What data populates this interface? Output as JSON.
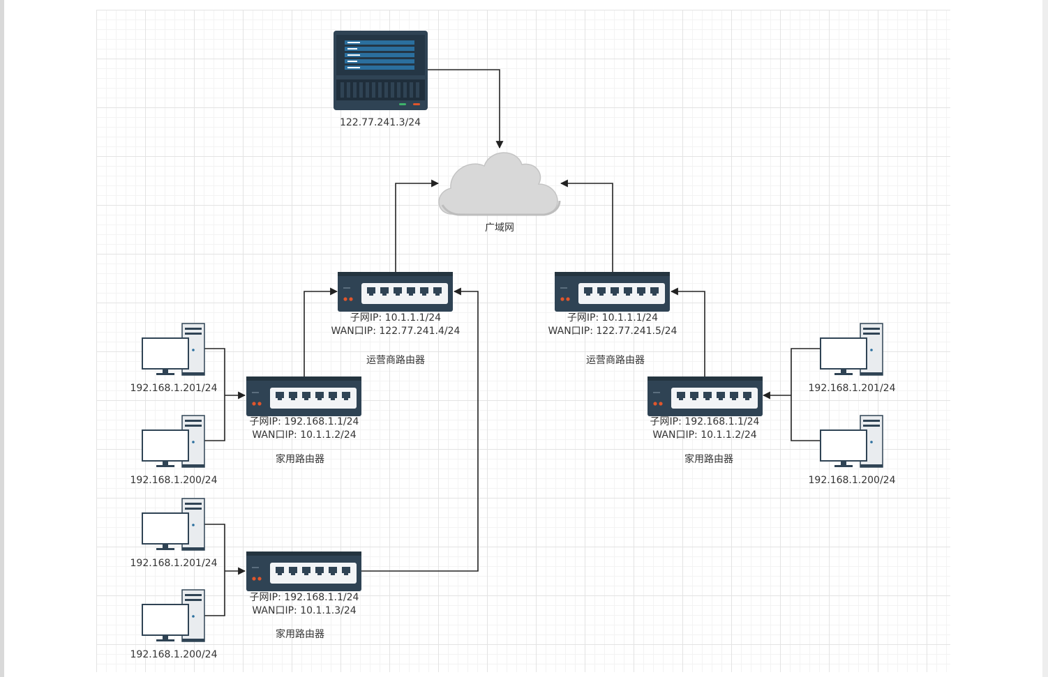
{
  "diagram": {
    "server": {
      "ip": "122.77.241.3/24"
    },
    "cloud": {
      "label": "广域网"
    },
    "isp_left": {
      "subnet": "子网IP:   10.1.1.1/24",
      "wan": "WAN口IP:  122.77.241.4/24",
      "name": "运营商路由器"
    },
    "isp_right": {
      "subnet": "子网IP:   10.1.1.1/24",
      "wan": "WAN口IP:  122.77.241.5/24",
      "name": "运营商路由器"
    },
    "home_left_top": {
      "subnet": "子网IP:   192.168.1.1/24",
      "wan": "WAN口IP:  10.1.1.2/24",
      "name": "家用路由器"
    },
    "home_left_bottom": {
      "subnet": "子网IP:   192.168.1.1/24",
      "wan": "WAN口IP:  10.1.1.3/24",
      "name": "家用路由器"
    },
    "home_right": {
      "subnet": "子网IP:   192.168.1.1/24",
      "wan": "WAN口IP:  10.1.1.2/24",
      "name": "家用路由器"
    },
    "pcs": {
      "lt1": "192.168.1.201/24",
      "lt2": "192.168.1.200/24",
      "lb1": "192.168.1.201/24",
      "lb2": "192.168.1.200/24",
      "r1": "192.168.1.201/24",
      "r2": "192.168.1.200/24"
    }
  },
  "colors": {
    "device": "#2f4354",
    "device_dark": "#1f2e3b",
    "port_panel": "#f2f4f6",
    "led": "#e0562c",
    "screen_blue": "#2b6f9e",
    "cloud": "#d8d8d8",
    "wire": "#222222"
  }
}
